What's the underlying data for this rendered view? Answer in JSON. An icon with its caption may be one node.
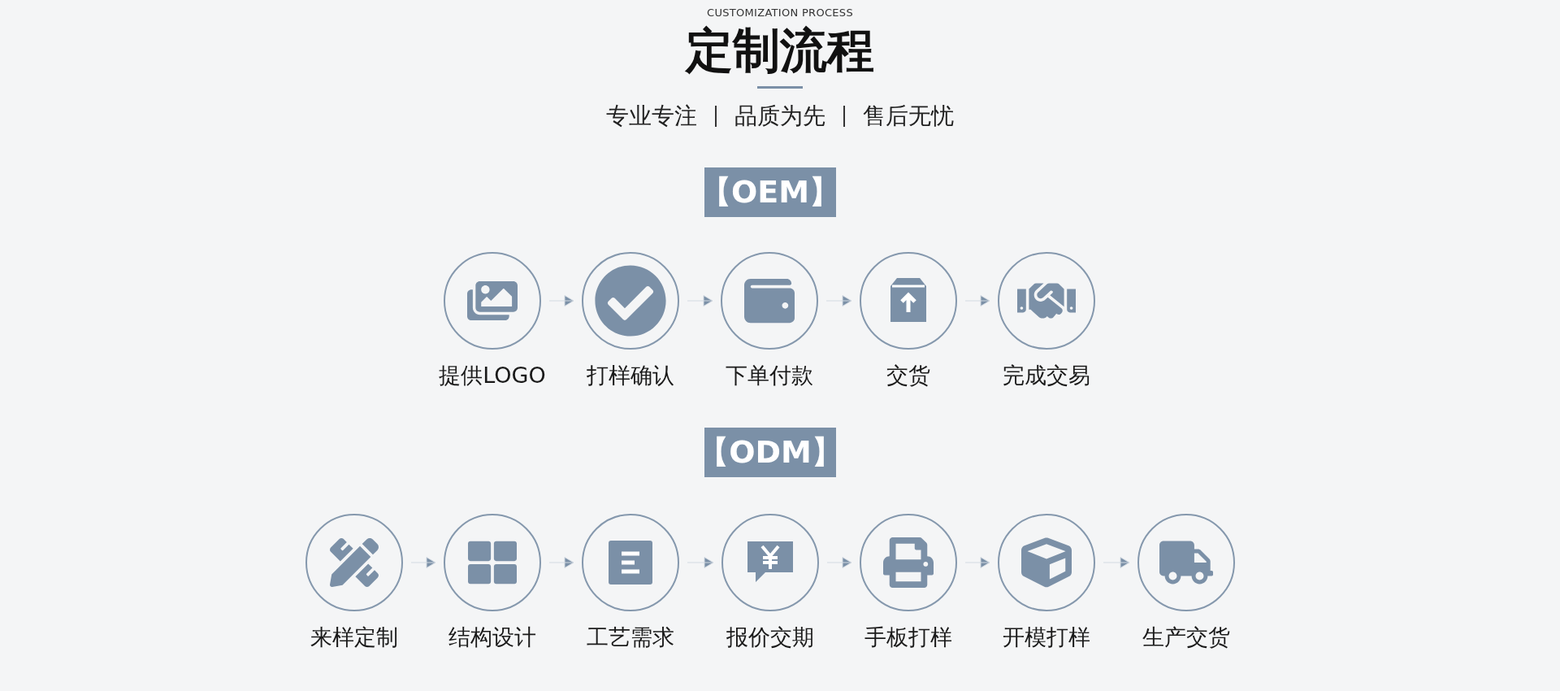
{
  "diagram": {
    "title": "定制流程",
    "nodes": [
      {
        "text": [
          "【OEM】"
        ]
      },
      {
        "text": [
          "提供LOGO"
        ]
      },
      {
        "text": [
          "打样确认"
        ]
      },
      {
        "text": [
          "下单付款"
        ]
      },
      {
        "text": [
          "交货"
        ]
      },
      {
        "text": [
          "完成交易"
        ]
      },
      {
        "text": [
          "【ODM】"
        ]
      },
      {
        "text": [
          "来样定制"
        ]
      },
      {
        "text": [
          "结构设计"
        ]
      },
      {
        "text": [
          "工艺需求"
        ]
      },
      {
        "text": [
          "报价交期"
        ]
      },
      {
        "text": [
          "手板打样"
        ]
      },
      {
        "text": [
          "开模打样"
        ]
      },
      {
        "text": [
          "生产交货"
        ]
      }
    ],
    "edges": [
      {
        "from": 1,
        "to": 2,
        "arrow": "to"
      },
      {
        "from": 2,
        "to": 3,
        "arrow": "to"
      },
      {
        "from": 3,
        "to": 4,
        "arrow": "to"
      },
      {
        "from": 4,
        "to": 5,
        "arrow": "to"
      },
      {
        "from": 7,
        "to": 8,
        "arrow": "to"
      },
      {
        "from": 8,
        "to": 9,
        "arrow": "to"
      },
      {
        "from": 9,
        "to": 10,
        "arrow": "to"
      },
      {
        "from": 10,
        "to": 11,
        "arrow": "to"
      },
      {
        "from": 11,
        "to": 12,
        "arrow": "to"
      },
      {
        "from": 12,
        "to": 13,
        "arrow": "to"
      }
    ],
    "labels": [
      "CUSTOMIZATION PROCESS",
      "专业专注",
      "品质为先",
      "售后无忧"
    ]
  }
}
